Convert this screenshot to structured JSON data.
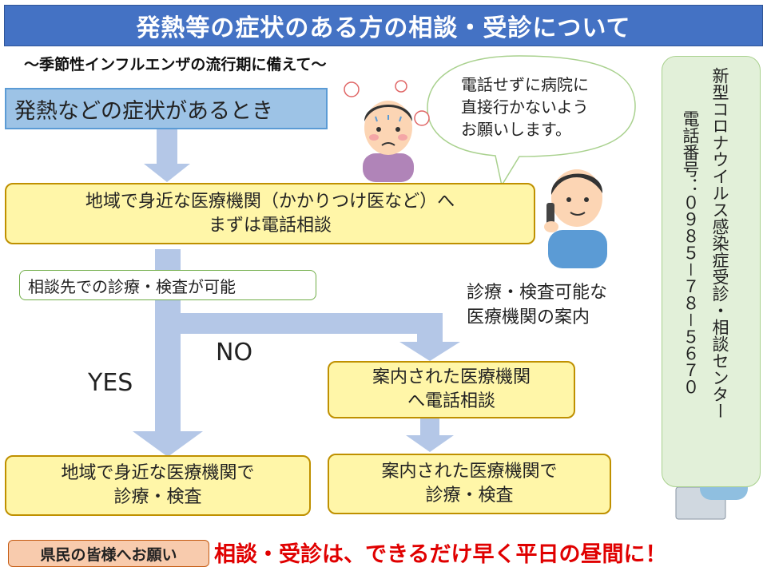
{
  "title": "発熱等の症状のある方の相談・受診について",
  "subtitle": "～季節性インフルエンザの流行期に備えて～",
  "start_box": "発熱などの症状があるとき",
  "speech_bubble": [
    "電話せずに病院に",
    "直接行かないよう",
    "お願いします。"
  ],
  "step1": [
    "地域で身近な医療機関（かかりつけ医など）へ",
    "まずは電話相談"
  ],
  "condition": "相談先での診療・検査が可能",
  "yes_label": "YES",
  "no_label": "NO",
  "guidance_note": [
    "診療・検査可能な",
    "医療機関の案内"
  ],
  "no_step1": [
    "案内された医療機関",
    "へ電話相談"
  ],
  "no_step2": [
    "案内された医療機関で",
    "診療・検査"
  ],
  "yes_step": [
    "地域で身近な医療機関で",
    "診療・検査"
  ],
  "center": {
    "name": "新型コロナウイルス感染症受診・相談センター",
    "phone": "電話番号：０９８５－７８－５６７０"
  },
  "request_badge": "県民の皆様へお願い",
  "request_text": "相談・受診は、できるだけ早く平日の昼間に！",
  "colors": {
    "title_bg": "#4472c4",
    "arrow": "#b4c7e7",
    "yellow_box": "#fff6a8",
    "request_text": "#e00000",
    "panel": "#e2f0d9"
  },
  "icons": [
    "sick-person-icon",
    "phone-call-person-icon",
    "call-center-operator-icon"
  ]
}
